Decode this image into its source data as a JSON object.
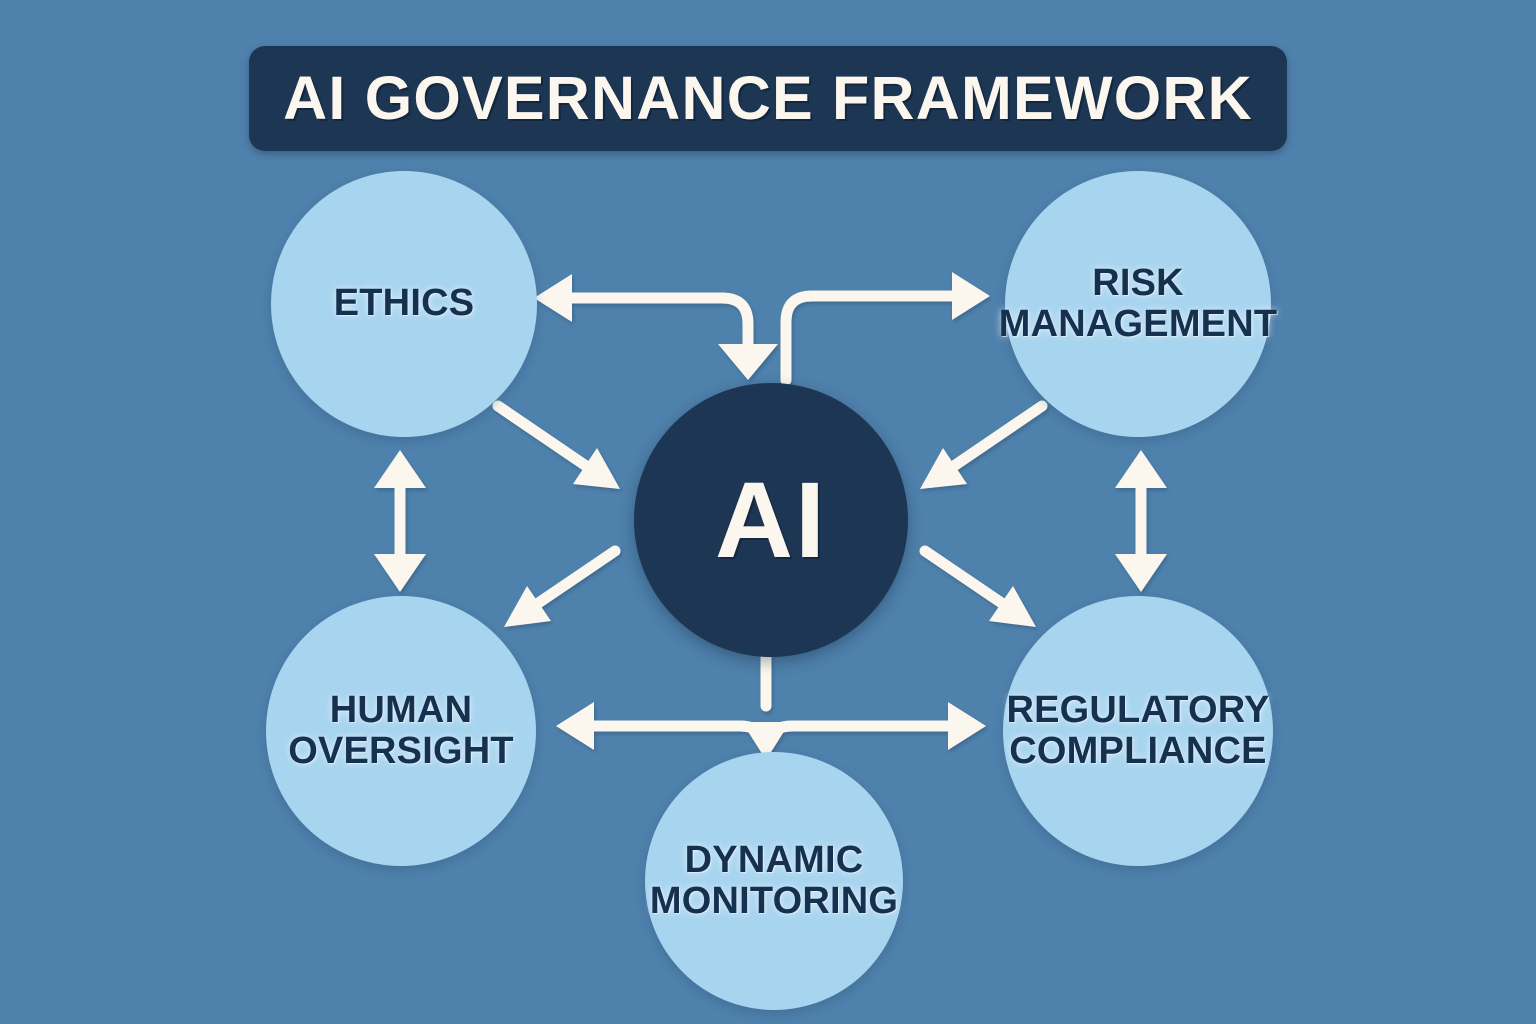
{
  "diagram": {
    "title": "AI GOVERNANCE FRAMEWORK",
    "type": "hub-and-spoke concept map",
    "colors": {
      "background": "#4e81ac",
      "title_bar": "#1c3654",
      "title_text": "#fbf7ee",
      "node_fill": "#a7d4ef",
      "node_text": "#16304f",
      "center_fill": "#1c3654",
      "center_text": "#fbf7ee",
      "arrow": "#fbf7ee"
    },
    "center": {
      "id": "ai",
      "label": "AI"
    },
    "nodes": [
      {
        "id": "ethics",
        "label": "ETHICS",
        "position": "top-left"
      },
      {
        "id": "risk",
        "label": "RISK\nMANAGEMENT",
        "position": "top-right"
      },
      {
        "id": "human",
        "label": "HUMAN\nOVERSIGHT",
        "position": "bottom-left"
      },
      {
        "id": "regulatory",
        "label": "REGULATORY\nCOMPLIANCE",
        "position": "bottom-right"
      },
      {
        "id": "dynamic",
        "label": "DYNAMIC\nMONITORING",
        "position": "bottom-center"
      }
    ],
    "connections": [
      {
        "from": "ethics",
        "to": "ai",
        "style": "elbow",
        "direction": "one-way"
      },
      {
        "from": "ai",
        "to": "risk",
        "style": "elbow",
        "direction": "one-way"
      },
      {
        "from": "ethics",
        "to": "ai",
        "style": "diagonal",
        "direction": "one-way"
      },
      {
        "from": "risk",
        "to": "ai",
        "style": "diagonal",
        "direction": "one-way"
      },
      {
        "from": "ai",
        "to": "human",
        "style": "diagonal",
        "direction": "one-way"
      },
      {
        "from": "ai",
        "to": "regulatory",
        "style": "diagonal",
        "direction": "one-way"
      },
      {
        "from": "ethics",
        "to": "human",
        "style": "vertical",
        "direction": "two-way"
      },
      {
        "from": "risk",
        "to": "regulatory",
        "style": "vertical",
        "direction": "two-way"
      },
      {
        "from": "ai",
        "to": "dynamic",
        "style": "elbow",
        "direction": "one-way"
      },
      {
        "from": "dynamic",
        "to": "human",
        "style": "horizontal",
        "direction": "one-way"
      },
      {
        "from": "dynamic",
        "to": "regulatory",
        "style": "horizontal",
        "direction": "one-way"
      }
    ]
  }
}
